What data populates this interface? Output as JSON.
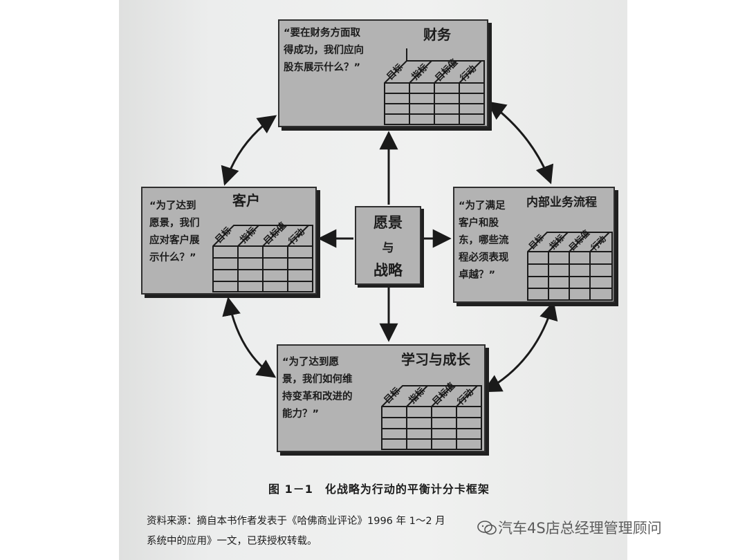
{
  "vision": {
    "line1": "愿景",
    "line2": "与",
    "line3": "战略"
  },
  "table_headers": [
    "目标",
    "指标",
    "目标值",
    "行动"
  ],
  "boxes": {
    "financial": {
      "title": "财务",
      "quote": [
        "“要在财务方面取",
        "得成功，我们应向",
        "股东展示什么？”"
      ]
    },
    "customer": {
      "title": "客户",
      "quote": [
        "“为了达到",
        "愿景，我们",
        "应对客户展",
        "示什么？”"
      ]
    },
    "internal": {
      "title": "内部业务流程",
      "quote": [
        "“为了满足",
        "客户和股",
        "东，哪些流",
        "程必须表现",
        "卓越？”"
      ]
    },
    "learning": {
      "title": "学习与成长",
      "quote": [
        "“为了达到愿",
        "景，我们如何维",
        "持变革和改进的",
        "能力？”"
      ]
    }
  },
  "caption": "图 1－1　化战略为行动的平衡计分卡框架",
  "source_line1": "资料来源：摘自本书作者发表于《哈佛商业评论》1996 年 1～2 月",
  "source_line2": "系统中的应用》一文，已获授权转载。",
  "watermark": "汽车4S店总经理管理顾问"
}
